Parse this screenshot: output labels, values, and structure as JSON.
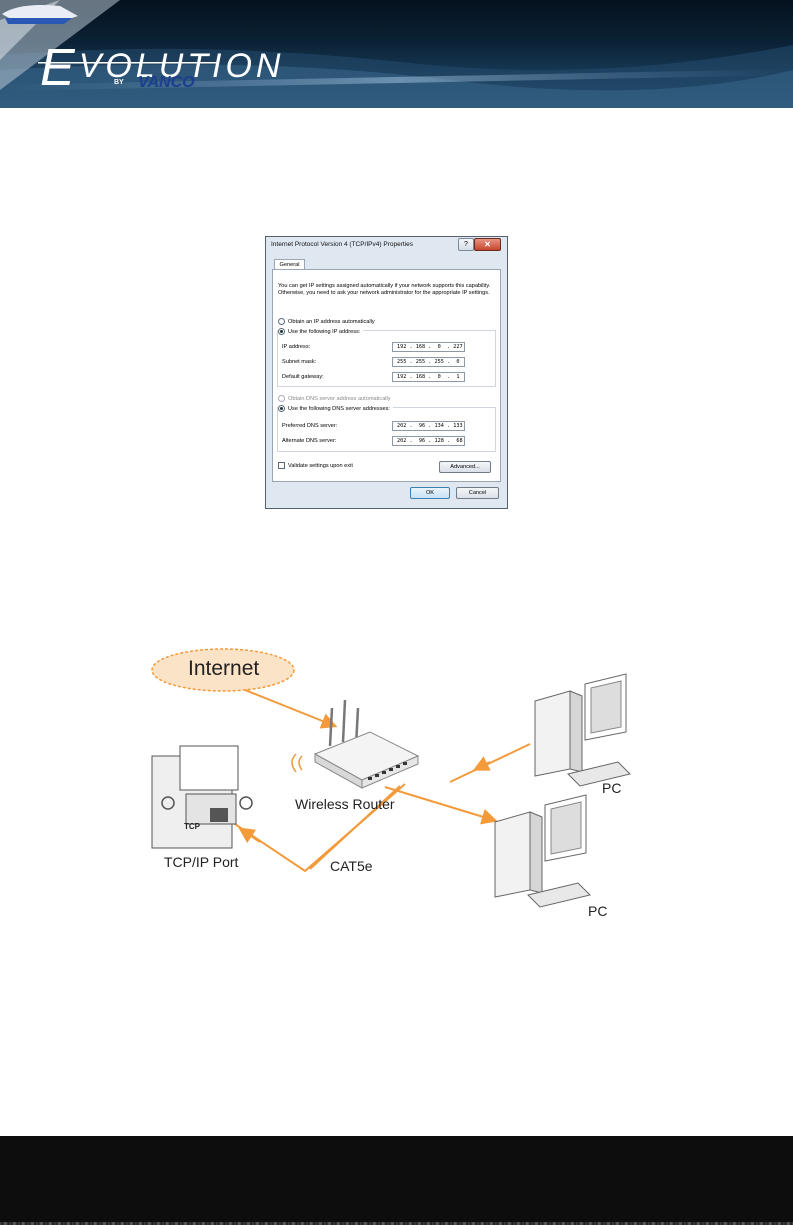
{
  "header": {
    "logo_main": "VOLUTION",
    "logo_initial": "E",
    "logo_by": "BY",
    "logo_brand": "VANCO"
  },
  "dialog": {
    "title": "Internet Protocol Version 4 (TCP/IPv4) Properties",
    "help_label": "?",
    "close_label": "✕",
    "tab": "General",
    "intro": "You can get IP settings assigned automatically if your network supports this capability. Otherwise, you need to ask your network administrator for the appropriate IP settings.",
    "ip_auto_label": "Obtain an IP address automatically",
    "ip_manual_label": "Use the following IP address:",
    "ip_fields": [
      {
        "label": "IP address:",
        "value": "192 . 168 .  0  . 227"
      },
      {
        "label": "Subnet mask:",
        "value": "255 . 255 . 255 .  0"
      },
      {
        "label": "Default gateway:",
        "value": "192 . 168 .  0  .  1"
      }
    ],
    "dns_auto_label": "Obtain DNS server address automatically",
    "dns_manual_label": "Use the following DNS server addresses:",
    "dns_fields": [
      {
        "label": "Preferred DNS server:",
        "value": "202 .  96 . 134 . 133"
      },
      {
        "label": "Alternate DNS server:",
        "value": "202 .  96 . 128 .  68"
      }
    ],
    "validate_label": "Validate settings upon exit",
    "advanced_label": "Advanced...",
    "ok_label": "OK",
    "cancel_label": "Cancel"
  },
  "diagram": {
    "internet_label": "Internet",
    "router_label": "Wireless Router",
    "port_label": "TCP/IP Port",
    "port_stamp": "TCP",
    "cable_label": "CAT5e",
    "pc_top_label": "PC",
    "pc_bottom_label": "PC",
    "accent_color": "#f39a3a"
  },
  "colors": {
    "header_dark": "#05111d",
    "header_light": "#2c5878",
    "footer": "#0d0d0d",
    "brand_blue": "#1d3d8f"
  }
}
